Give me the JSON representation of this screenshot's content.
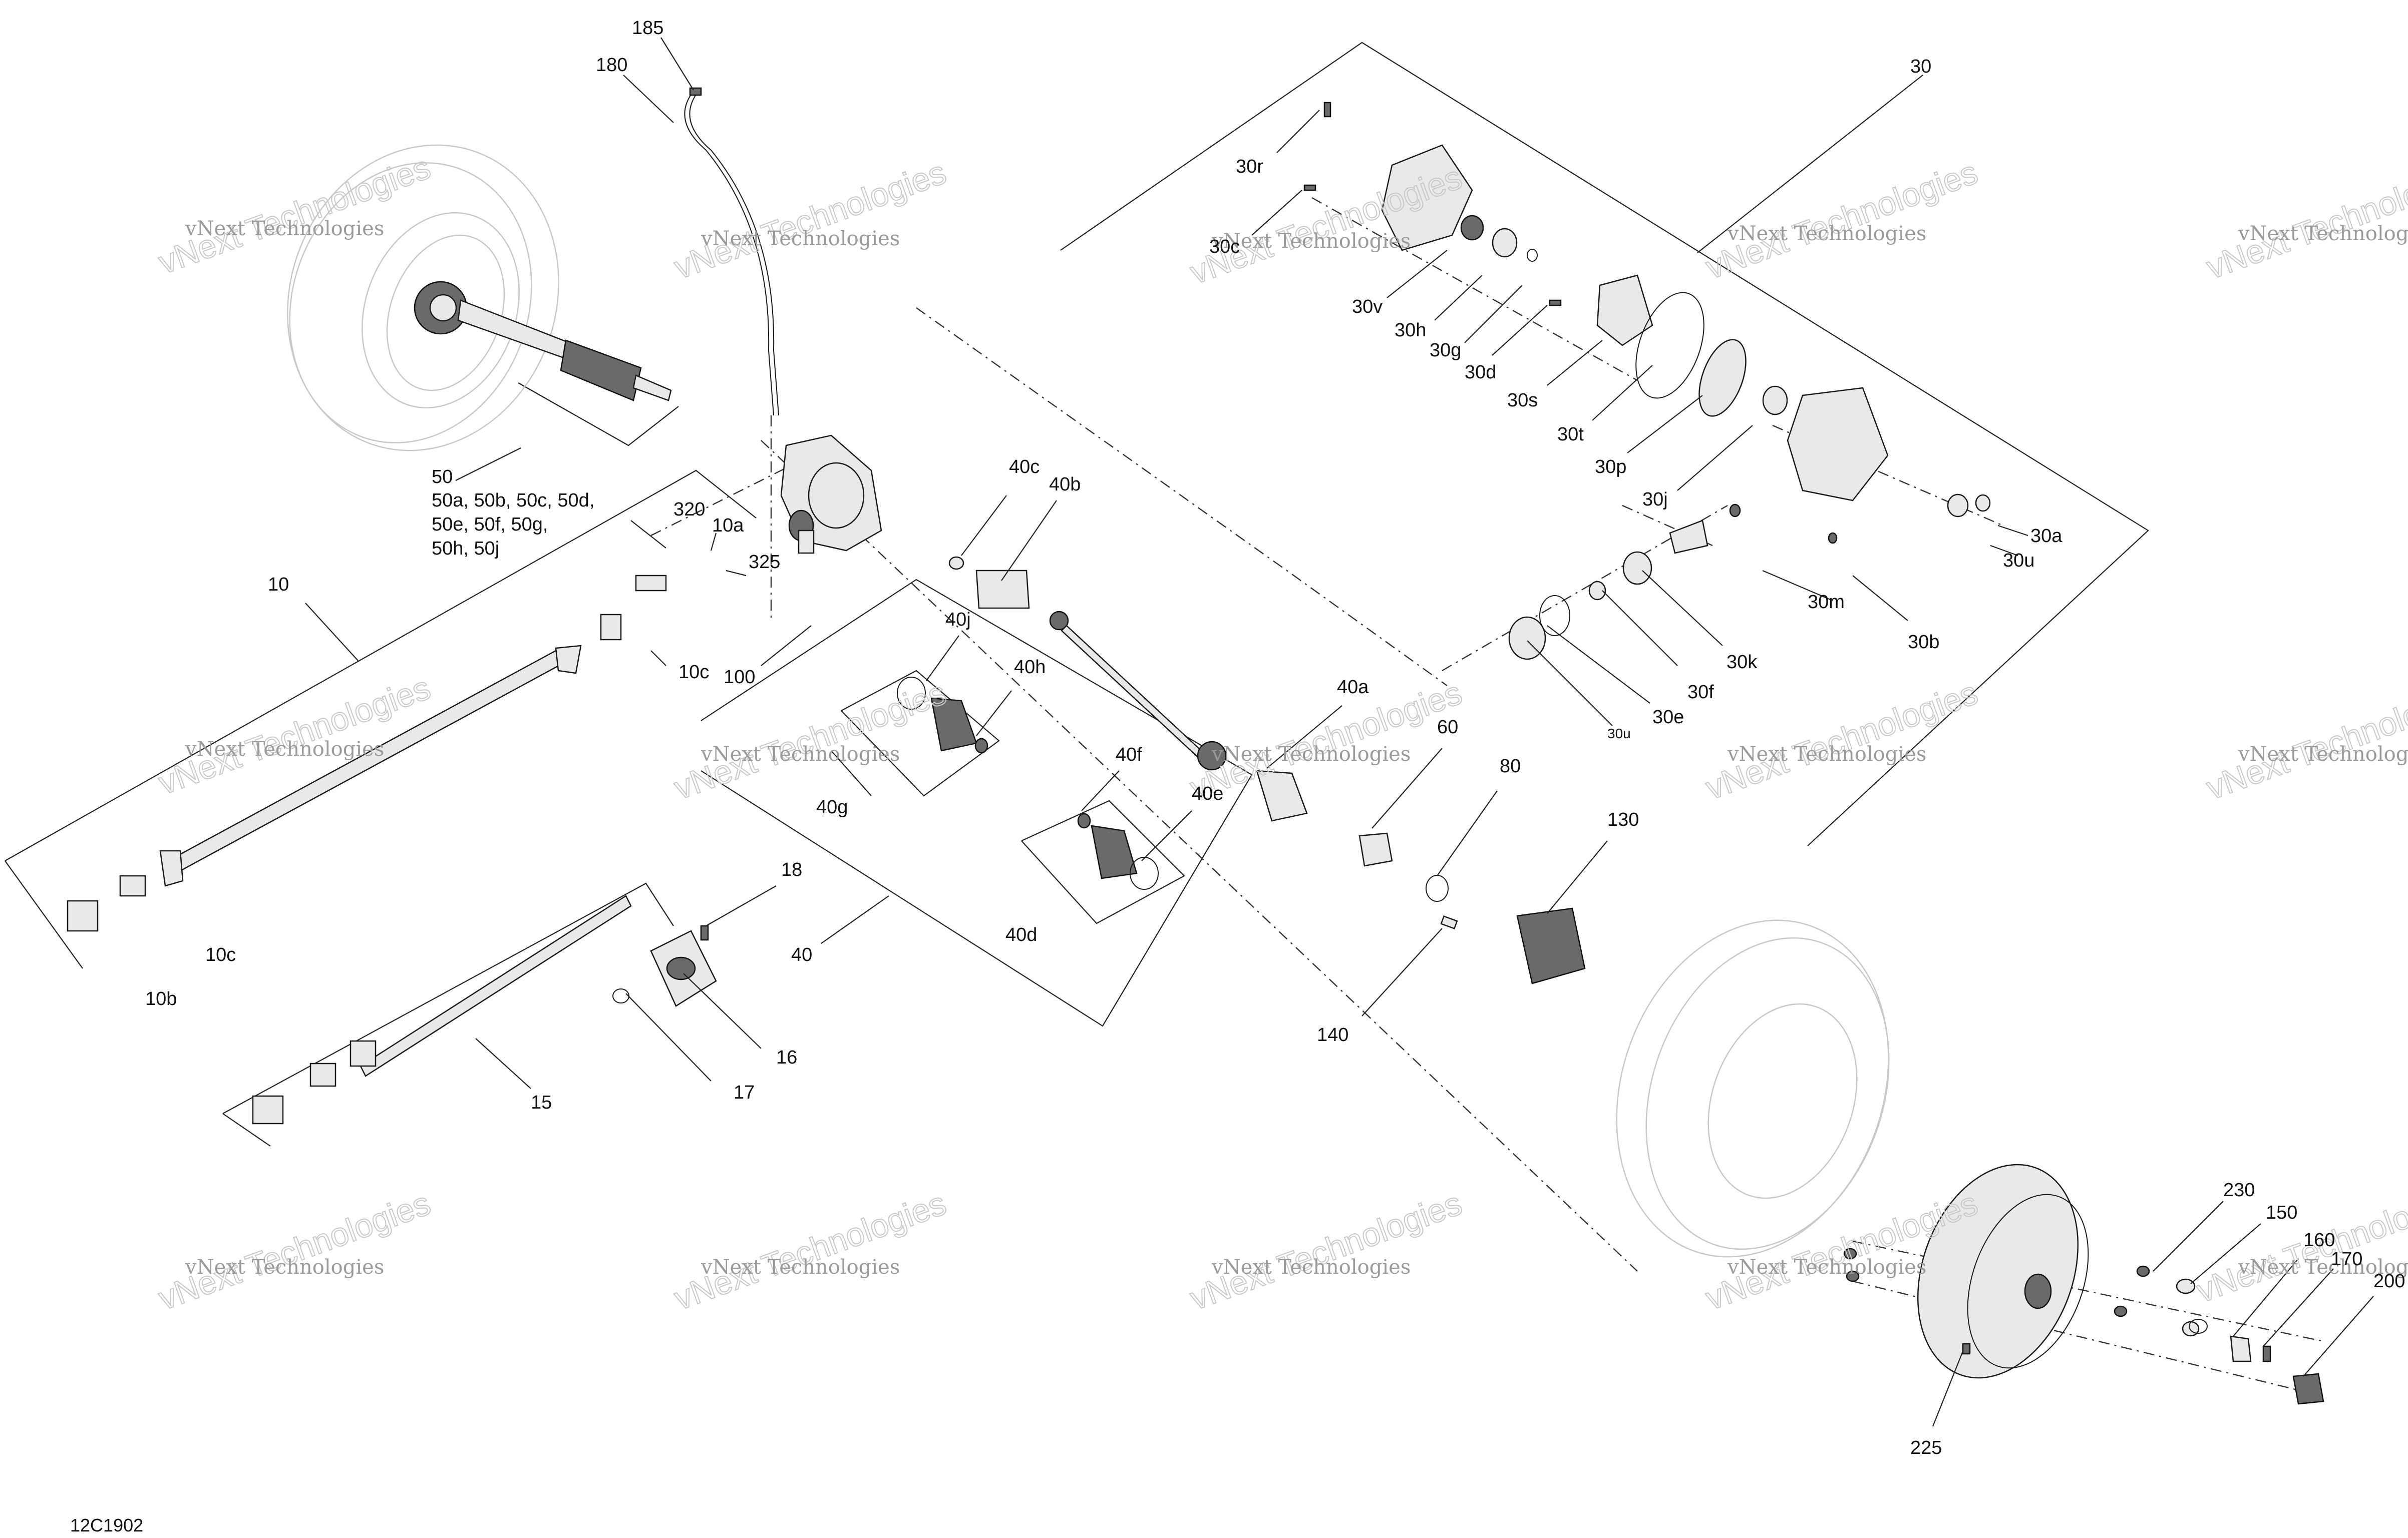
{
  "diagram": {
    "figure_number": "12C1902",
    "watermark": {
      "line1": "vNext Technologies",
      "line2": "vNext Technologies"
    },
    "callouts": [
      {
        "id": "c185",
        "text": "185"
      },
      {
        "id": "c180",
        "text": "180"
      },
      {
        "id": "c30",
        "text": "30"
      },
      {
        "id": "c30r",
        "text": "30r"
      },
      {
        "id": "c30c",
        "text": "30c"
      },
      {
        "id": "c30v",
        "text": "30v"
      },
      {
        "id": "c30h",
        "text": "30h"
      },
      {
        "id": "c30g",
        "text": "30g"
      },
      {
        "id": "c30d",
        "text": "30d"
      },
      {
        "id": "c30s",
        "text": "30s"
      },
      {
        "id": "c30t",
        "text": "30t"
      },
      {
        "id": "c30p",
        "text": "30p"
      },
      {
        "id": "c30j",
        "text": "30j"
      },
      {
        "id": "c30a",
        "text": "30a"
      },
      {
        "id": "c30u",
        "text": "30u"
      },
      {
        "id": "c30m",
        "text": "30m"
      },
      {
        "id": "c30b",
        "text": "30b"
      },
      {
        "id": "c30k",
        "text": "30k"
      },
      {
        "id": "c30f",
        "text": "30f"
      },
      {
        "id": "c30e",
        "text": "30e"
      },
      {
        "id": "c30u2",
        "text": "30u"
      },
      {
        "id": "c50",
        "text": "50"
      },
      {
        "id": "c50l1",
        "text": "50a, 50b, 50c, 50d,"
      },
      {
        "id": "c50l2",
        "text": "50e, 50f, 50g,"
      },
      {
        "id": "c50l3",
        "text": "50h, 50j"
      },
      {
        "id": "c320",
        "text": "320"
      },
      {
        "id": "c10a",
        "text": "10a"
      },
      {
        "id": "c325",
        "text": "325"
      },
      {
        "id": "c10",
        "text": "10"
      },
      {
        "id": "c10c",
        "text": "10c"
      },
      {
        "id": "c100",
        "text": "100"
      },
      {
        "id": "c40c",
        "text": "40c"
      },
      {
        "id": "c40b",
        "text": "40b"
      },
      {
        "id": "c40j",
        "text": "40j"
      },
      {
        "id": "c40h",
        "text": "40h"
      },
      {
        "id": "c40a",
        "text": "40a"
      },
      {
        "id": "c40g",
        "text": "40g"
      },
      {
        "id": "c40f",
        "text": "40f"
      },
      {
        "id": "c40e",
        "text": "40e"
      },
      {
        "id": "c40d",
        "text": "40d"
      },
      {
        "id": "c40",
        "text": "40"
      },
      {
        "id": "c60",
        "text": "60"
      },
      {
        "id": "c80",
        "text": "80"
      },
      {
        "id": "c130",
        "text": "130"
      },
      {
        "id": "c140",
        "text": "140"
      },
      {
        "id": "c10c2",
        "text": "10c"
      },
      {
        "id": "c10b",
        "text": "10b"
      },
      {
        "id": "c18",
        "text": "18"
      },
      {
        "id": "c16",
        "text": "16"
      },
      {
        "id": "c17",
        "text": "17"
      },
      {
        "id": "c15",
        "text": "15"
      },
      {
        "id": "c230",
        "text": "230"
      },
      {
        "id": "c150",
        "text": "150"
      },
      {
        "id": "c160",
        "text": "160"
      },
      {
        "id": "c170",
        "text": "170"
      },
      {
        "id": "c200",
        "text": "200"
      },
      {
        "id": "c225",
        "text": "225"
      }
    ]
  }
}
